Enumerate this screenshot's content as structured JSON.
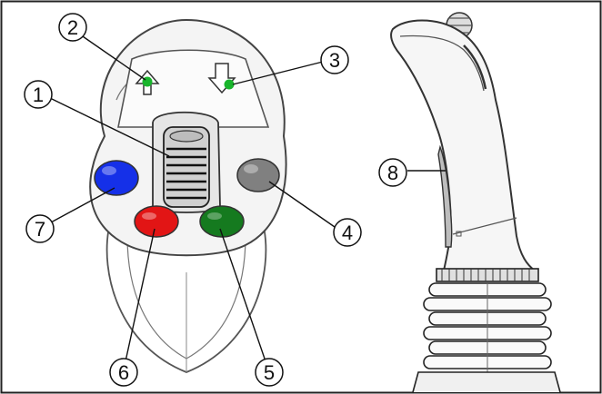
{
  "callouts": [
    {
      "id": "1",
      "label": "1"
    },
    {
      "id": "2",
      "label": "2"
    },
    {
      "id": "3",
      "label": "3"
    },
    {
      "id": "4",
      "label": "4"
    },
    {
      "id": "5",
      "label": "5"
    },
    {
      "id": "6",
      "label": "6"
    },
    {
      "id": "7",
      "label": "7"
    },
    {
      "id": "8",
      "label": "8"
    }
  ],
  "buttons": {
    "blue": {
      "color": "#1530e8"
    },
    "red": {
      "color": "#e21515"
    },
    "green_large": {
      "color": "#157a1f"
    },
    "grey": {
      "color": "#808080"
    },
    "led_up": {
      "color": "#19b52c"
    },
    "led_down": {
      "color": "#19b52c"
    }
  },
  "icons": [
    "arrow-up-icon",
    "arrow-down-icon",
    "roller-switch-icon",
    "joystick-side-view"
  ]
}
